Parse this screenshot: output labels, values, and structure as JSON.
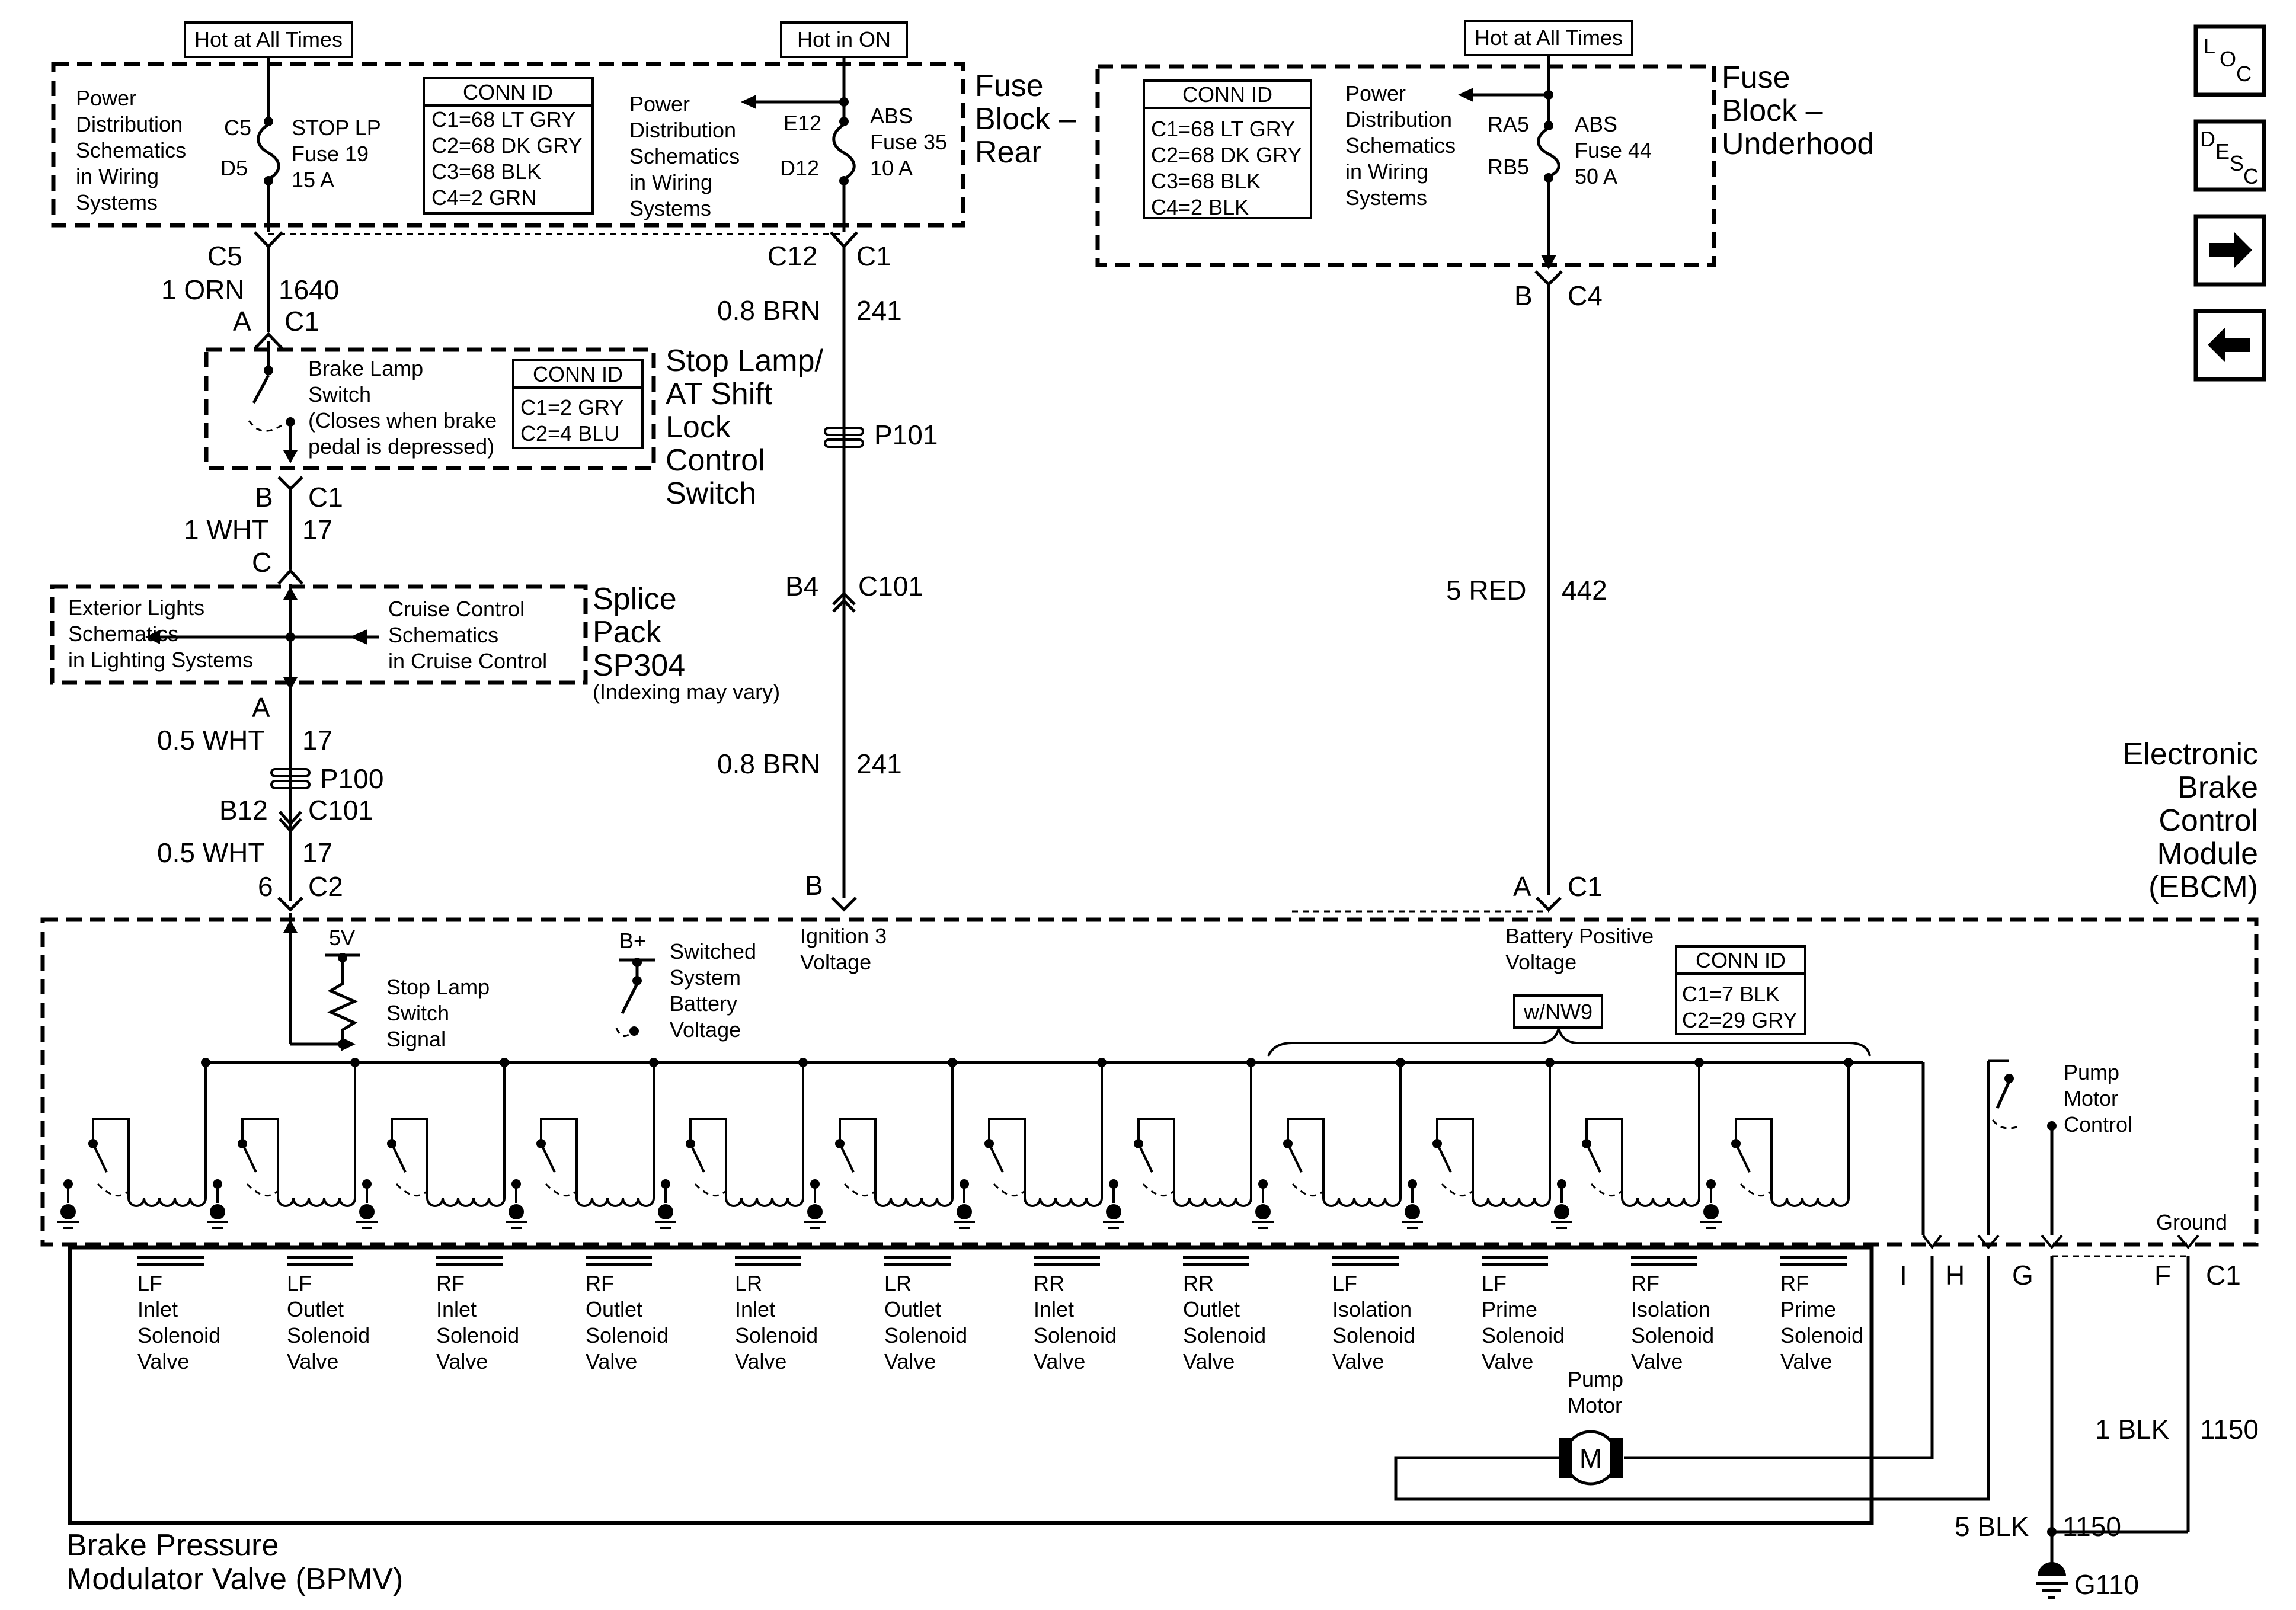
{
  "hot_labels": {
    "left": "Hot at All Times",
    "middle": "Hot in ON",
    "right": "Hot at All Times"
  },
  "fuse_block_rear": {
    "title_lines": [
      "Fuse",
      "Block –",
      "Rear"
    ],
    "power_dist_left": [
      "Power",
      "Distribution",
      "Schematics",
      "in Wiring",
      "Systems"
    ],
    "stop_fuse": {
      "pin_top": "C5",
      "pin_bottom": "D5",
      "lines": [
        "STOP LP",
        "Fuse 19",
        "15 A"
      ]
    },
    "conn_id": {
      "title": "CONN ID",
      "lines": [
        "C1=68 LT GRY",
        "C2=68 DK GRY",
        "C3=68 BLK",
        "C4=2 GRN"
      ]
    },
    "power_dist_mid": [
      "Power",
      "Distribution",
      "Schematics",
      "in Wiring",
      "Systems"
    ],
    "abs_fuse": {
      "pin_top": "E12",
      "pin_bottom": "D12",
      "lines": [
        "ABS",
        "Fuse 35",
        "10 A"
      ]
    }
  },
  "fuse_block_underhood": {
    "title_lines": [
      "Fuse",
      "Block –",
      "Underhood"
    ],
    "conn_id": {
      "title": "CONN ID",
      "lines": [
        "C1=68 LT GRY",
        "C2=68 DK GRY",
        "C3=68 BLK",
        "C4=2 BLK"
      ]
    },
    "power_dist": [
      "Power",
      "Distribution",
      "Schematics",
      "in Wiring",
      "Systems"
    ],
    "abs_fuse": {
      "pin_top": "RA5",
      "pin_bottom": "RB5",
      "lines": [
        "ABS",
        "Fuse 44",
        "50 A"
      ]
    }
  },
  "wires": {
    "left_c5": "C5",
    "left_1orn": "1 ORN",
    "left_1640": "1640",
    "left_a": "A",
    "left_c1": "C1",
    "mid_c12": "C12",
    "mid_c1": "C1",
    "mid_08brn_1": "0.8 BRN",
    "mid_241_1": "241",
    "p101": "P101",
    "b4": "B4",
    "c101_mid": "C101",
    "mid_08brn_2": "0.8 BRN",
    "mid_241_2": "241",
    "mid_b": "B",
    "right_b": "B",
    "right_c4": "C4",
    "right_5red": "5 RED",
    "right_442": "442",
    "right_a": "A",
    "right_c1": "C1",
    "left_b": "B",
    "left_c1b": "C1",
    "left_1wht": "1 WHT",
    "left_17a": "17",
    "left_c": "C",
    "left_a2": "A",
    "left_05wht_1": "0.5 WHT",
    "left_17b": "17",
    "p100": "P100",
    "b12": "B12",
    "c101_left": "C101",
    "left_05wht_2": "0.5 WHT",
    "left_17c": "17",
    "left_6": "6",
    "left_c2": "C2"
  },
  "stop_lamp_switch": {
    "inner_lines": [
      "Brake Lamp",
      "Switch",
      "(Closes when brake",
      "pedal is depressed)"
    ],
    "conn_id": {
      "title": "CONN ID",
      "lines": [
        "C1=2 GRY",
        "C2=4 BLU"
      ]
    },
    "title_lines": [
      "Stop Lamp/",
      "AT Shift",
      "Lock",
      "Control",
      "Switch"
    ]
  },
  "splice_pack": {
    "left_lines": [
      "Exterior Lights",
      "Schematics",
      "in Lighting Systems"
    ],
    "right_lines": [
      "Cruise Control",
      "Schematics",
      "in Cruise Control"
    ],
    "title_lines": [
      "Splice",
      "Pack",
      "SP304"
    ],
    "note": "(Indexing may vary)"
  },
  "ebcm": {
    "title_lines": [
      "Electronic",
      "Brake",
      "Control",
      "Module",
      "(EBCM)"
    ],
    "v5": "5V",
    "stop_signal": [
      "Stop Lamp",
      "Switch",
      "Signal"
    ],
    "bplus": "B+",
    "switched": [
      "Switched",
      "System",
      "Battery",
      "Voltage"
    ],
    "ignition": [
      "Ignition 3",
      "Voltage"
    ],
    "battery_pos": [
      "Battery Positive",
      "Voltage"
    ],
    "nw9": "w/NW9",
    "conn_id": {
      "title": "CONN ID",
      "lines": [
        "C1=7 BLK",
        "C2=29 GRY"
      ]
    },
    "pump_control": [
      "Pump",
      "Motor",
      "Control"
    ],
    "ground": "Ground",
    "pins": [
      "I",
      "H",
      "G",
      "F",
      "C1"
    ]
  },
  "bpmv": {
    "title_lines": [
      "Brake Pressure",
      "Modulator Valve (BPMV)"
    ],
    "valves": [
      [
        "LF",
        "Inlet",
        "Solenoid",
        "Valve"
      ],
      [
        "LF",
        "Outlet",
        "Solenoid",
        "Valve"
      ],
      [
        "RF",
        "Inlet",
        "Solenoid",
        "Valve"
      ],
      [
        "RF",
        "Outlet",
        "Solenoid",
        "Valve"
      ],
      [
        "LR",
        "Inlet",
        "Solenoid",
        "Valve"
      ],
      [
        "LR",
        "Outlet",
        "Solenoid",
        "Valve"
      ],
      [
        "RR",
        "Inlet",
        "Solenoid",
        "Valve"
      ],
      [
        "RR",
        "Outlet",
        "Solenoid",
        "Valve"
      ],
      [
        "LF",
        "Isolation",
        "Solenoid",
        "Valve"
      ],
      [
        "LF",
        "Prime",
        "Solenoid",
        "Valve"
      ],
      [
        "RF",
        "Isolation",
        "Solenoid",
        "Valve"
      ],
      [
        "RF",
        "Prime",
        "Solenoid",
        "Valve"
      ]
    ],
    "pump_motor": [
      "Pump",
      "Motor"
    ],
    "motor_symbol": "M"
  },
  "ground_wires": {
    "blk1": "1 BLK",
    "n1150a": "1150",
    "blk5": "5 BLK",
    "n1150b": "1150",
    "g110": "G110"
  },
  "nav": {
    "loc": [
      "L",
      "O",
      "C"
    ],
    "desc": [
      "D",
      "E",
      "S",
      "C"
    ],
    "next_icon": "arrow-right",
    "prev_icon": "arrow-left"
  }
}
